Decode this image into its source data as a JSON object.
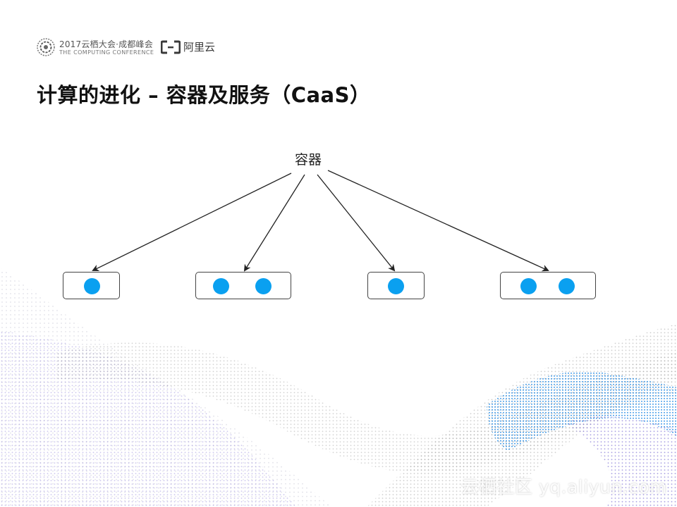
{
  "header": {
    "conference_title": "2017云栖大会·成都峰会",
    "conference_subtitle": "THE COMPUTING CONFERENCE",
    "brand_name": "阿里云"
  },
  "title": "计算的进化 – 容器及服务（CaaS）",
  "diagram": {
    "root_label": "容器",
    "nodes": [
      {
        "dots": 1
      },
      {
        "dots": 2
      },
      {
        "dots": 1
      },
      {
        "dots": 2
      }
    ],
    "colors": {
      "dot": "#0aa0f0",
      "arrow": "#222222",
      "box_border": "#444444"
    }
  },
  "watermark": "云栖社区 yq.aliyun.com"
}
